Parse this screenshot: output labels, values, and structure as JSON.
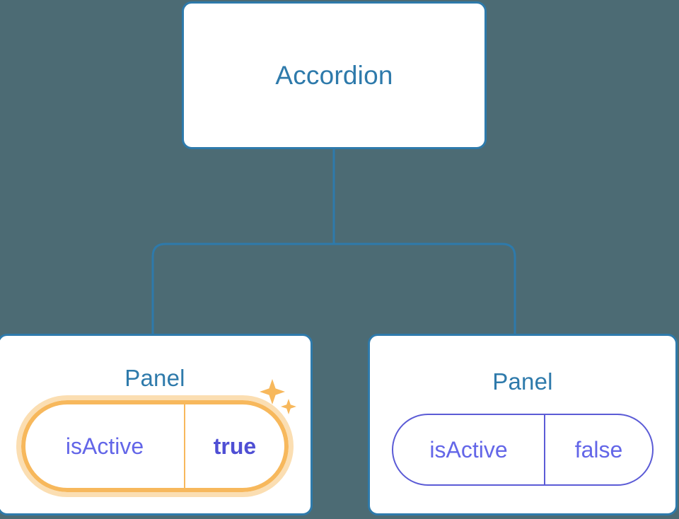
{
  "diagram": {
    "type": "component-tree",
    "background_color": "#4C6B74",
    "node_border_color": "#2E7AAB",
    "node_title_color": "#2E7AAB",
    "connector_color": "#2E7AAB",
    "prop_text_color": "#6366E8",
    "highlight_color": "#F7B85C",
    "highlight_glow_color": "#FBDEB2"
  },
  "root": {
    "title": "Accordion"
  },
  "panels": [
    {
      "title": "Panel",
      "prop_key": "isActive",
      "prop_value": "true",
      "highlighted": true,
      "sparkle_icon": "sparkles-icon"
    },
    {
      "title": "Panel",
      "prop_key": "isActive",
      "prop_value": "false",
      "highlighted": false
    }
  ]
}
